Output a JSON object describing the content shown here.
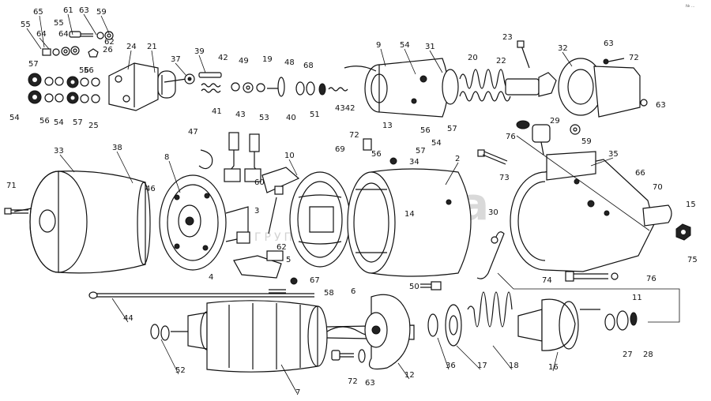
{
  "diagram": {
    "corner_mark": "№ ...",
    "watermark_main": "Stafa",
    "watermark_sub": "ГРУППА",
    "callouts": [
      {
        "id": "65",
        "label": "65"
      },
      {
        "id": "61",
        "label": "61"
      },
      {
        "id": "63a",
        "label": "63"
      },
      {
        "id": "59a",
        "label": "59"
      },
      {
        "id": "55a",
        "label": "55"
      },
      {
        "id": "64a",
        "label": "64"
      },
      {
        "id": "55b",
        "label": "55"
      },
      {
        "id": "64b",
        "label": "64"
      },
      {
        "id": "62",
        "label": "62"
      },
      {
        "id": "26",
        "label": "26"
      },
      {
        "id": "24",
        "label": "24"
      },
      {
        "id": "21",
        "label": "21"
      },
      {
        "id": "37",
        "label": "37"
      },
      {
        "id": "39",
        "label": "39"
      },
      {
        "id": "42",
        "label": "42"
      },
      {
        "id": "49",
        "label": "49"
      },
      {
        "id": "19",
        "label": "19"
      },
      {
        "id": "48",
        "label": "48"
      },
      {
        "id": "68",
        "label": "68"
      },
      {
        "id": "9",
        "label": "9"
      },
      {
        "id": "54a",
        "label": "54"
      },
      {
        "id": "31",
        "label": "31"
      },
      {
        "id": "20",
        "label": "20"
      },
      {
        "id": "22",
        "label": "22"
      },
      {
        "id": "23",
        "label": "23"
      },
      {
        "id": "32",
        "label": "32"
      },
      {
        "id": "63b",
        "label": "63"
      },
      {
        "id": "72a",
        "label": "72"
      },
      {
        "id": "57a",
        "label": "57"
      },
      {
        "id": "56a",
        "label": "56"
      },
      {
        "id": "54b",
        "label": "54"
      },
      {
        "id": "56b",
        "label": "56"
      },
      {
        "id": "57b",
        "label": "57"
      },
      {
        "id": "54c",
        "label": "54"
      },
      {
        "id": "56c",
        "label": "56"
      },
      {
        "id": "25",
        "label": "25"
      },
      {
        "id": "41",
        "label": "41"
      },
      {
        "id": "43a",
        "label": "43"
      },
      {
        "id": "53",
        "label": "53"
      },
      {
        "id": "40",
        "label": "40"
      },
      {
        "id": "51",
        "label": "51"
      },
      {
        "id": "4342",
        "label": "4342"
      },
      {
        "id": "13",
        "label": "13"
      },
      {
        "id": "56d",
        "label": "56"
      },
      {
        "id": "57c",
        "label": "57"
      },
      {
        "id": "63c",
        "label": "63"
      },
      {
        "id": "29",
        "label": "29"
      },
      {
        "id": "76a",
        "label": "76"
      },
      {
        "id": "59b",
        "label": "59"
      },
      {
        "id": "54d",
        "label": "54"
      },
      {
        "id": "57d",
        "label": "57"
      },
      {
        "id": "72b",
        "label": "72"
      },
      {
        "id": "69",
        "label": "69"
      },
      {
        "id": "56e",
        "label": "56"
      },
      {
        "id": "34",
        "label": "34"
      },
      {
        "id": "33",
        "label": "33"
      },
      {
        "id": "38",
        "label": "38"
      },
      {
        "id": "47",
        "label": "47"
      },
      {
        "id": "10",
        "label": "10"
      },
      {
        "id": "2",
        "label": "2"
      },
      {
        "id": "73",
        "label": "73"
      },
      {
        "id": "35",
        "label": "35"
      },
      {
        "id": "8",
        "label": "8"
      },
      {
        "id": "60",
        "label": "60"
      },
      {
        "id": "66",
        "label": "66"
      },
      {
        "id": "70",
        "label": "70"
      },
      {
        "id": "71",
        "label": "71"
      },
      {
        "id": "46",
        "label": "46"
      },
      {
        "id": "3",
        "label": "3"
      },
      {
        "id": "14",
        "label": "14"
      },
      {
        "id": "15",
        "label": "15"
      },
      {
        "id": "30",
        "label": "30"
      },
      {
        "id": "62b",
        "label": "62"
      },
      {
        "id": "75",
        "label": "75"
      },
      {
        "id": "4",
        "label": "4"
      },
      {
        "id": "67",
        "label": "67"
      },
      {
        "id": "74",
        "label": "74"
      },
      {
        "id": "76b",
        "label": "76"
      },
      {
        "id": "50",
        "label": "50"
      },
      {
        "id": "58",
        "label": "58"
      },
      {
        "id": "6",
        "label": "6"
      },
      {
        "id": "5",
        "label": "5"
      },
      {
        "id": "44",
        "label": "44"
      },
      {
        "id": "11",
        "label": "11"
      },
      {
        "id": "27",
        "label": "27"
      },
      {
        "id": "28",
        "label": "28"
      },
      {
        "id": "52",
        "label": "52"
      },
      {
        "id": "36",
        "label": "36"
      },
      {
        "id": "17",
        "label": "17"
      },
      {
        "id": "18",
        "label": "18"
      },
      {
        "id": "16",
        "label": "16"
      },
      {
        "id": "72c",
        "label": "72"
      },
      {
        "id": "63d",
        "label": "63"
      },
      {
        "id": "12",
        "label": "12"
      },
      {
        "id": "7",
        "label": "7"
      }
    ]
  }
}
